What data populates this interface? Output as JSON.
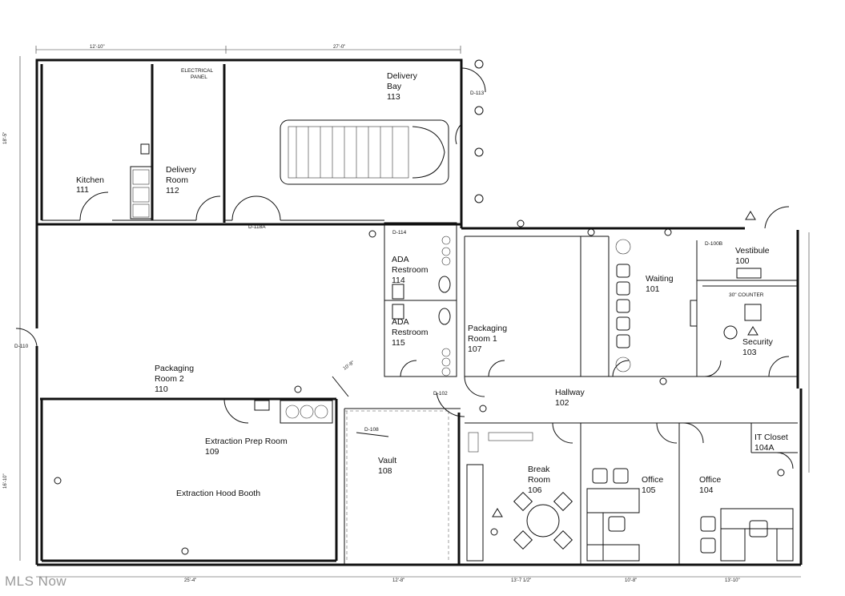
{
  "rooms": {
    "kitchen": {
      "name": "Kitchen",
      "number": "111"
    },
    "delivery_room": {
      "name1": "Delivery",
      "name2": "Room",
      "number": "112"
    },
    "electrical_panel": {
      "name1": "ELECTRICAL",
      "name2": "PANEL"
    },
    "delivery_bay": {
      "name1": "Delivery",
      "name2": "Bay",
      "number": "113"
    },
    "ada_restroom_114": {
      "name1": "ADA",
      "name2": "Restroom",
      "number": "114"
    },
    "ada_restroom_115": {
      "name1": "ADA",
      "name2": "Restroom",
      "number": "115"
    },
    "packaging_room_1": {
      "name1": "Packaging",
      "name2": "Room 1",
      "number": "107"
    },
    "packaging_room_2": {
      "name1": "Packaging",
      "name2": "Room 2",
      "number": "110"
    },
    "waiting": {
      "name": "Waiting",
      "number": "101"
    },
    "vestibule": {
      "name": "Vestibule",
      "number": "100"
    },
    "security": {
      "name": "Security",
      "number": "103"
    },
    "counter": {
      "name": "30\" COUNTER"
    },
    "hallway": {
      "name": "Hallway",
      "number": "102"
    },
    "extraction_prep": {
      "name": "Extraction Prep Room",
      "number": "109"
    },
    "extraction_hood": {
      "name": "Extraction Hood Booth"
    },
    "vault": {
      "name": "Vault",
      "number": "108"
    },
    "break_room": {
      "name1": "Break",
      "name2": "Room",
      "number": "106"
    },
    "office_105": {
      "name": "Office",
      "number": "105"
    },
    "office_104": {
      "name": "Office",
      "number": "104"
    },
    "it_closet": {
      "name": "IT Closet",
      "number": "104A"
    }
  },
  "doors": {
    "d113": "D-113",
    "d118a": "D-118A",
    "d114": "D-114",
    "d102": "D-102",
    "d110": "D-110",
    "d108": "D-108",
    "d100b": "D-100B"
  },
  "dimensions": {
    "top_left": "12'-10\"",
    "top_main": "27'-0\"",
    "bottom_1": "25'-4\"",
    "bottom_2": "12'-8\"",
    "bottom_3": "13'-7 1/2\"",
    "bottom_4": "10'-8\"",
    "bottom_5": "13'-10\"",
    "left_upper": "18'-5\"",
    "left_lower": "16'-10\"",
    "angled": "10'-8\""
  },
  "watermark": "MLS Now"
}
